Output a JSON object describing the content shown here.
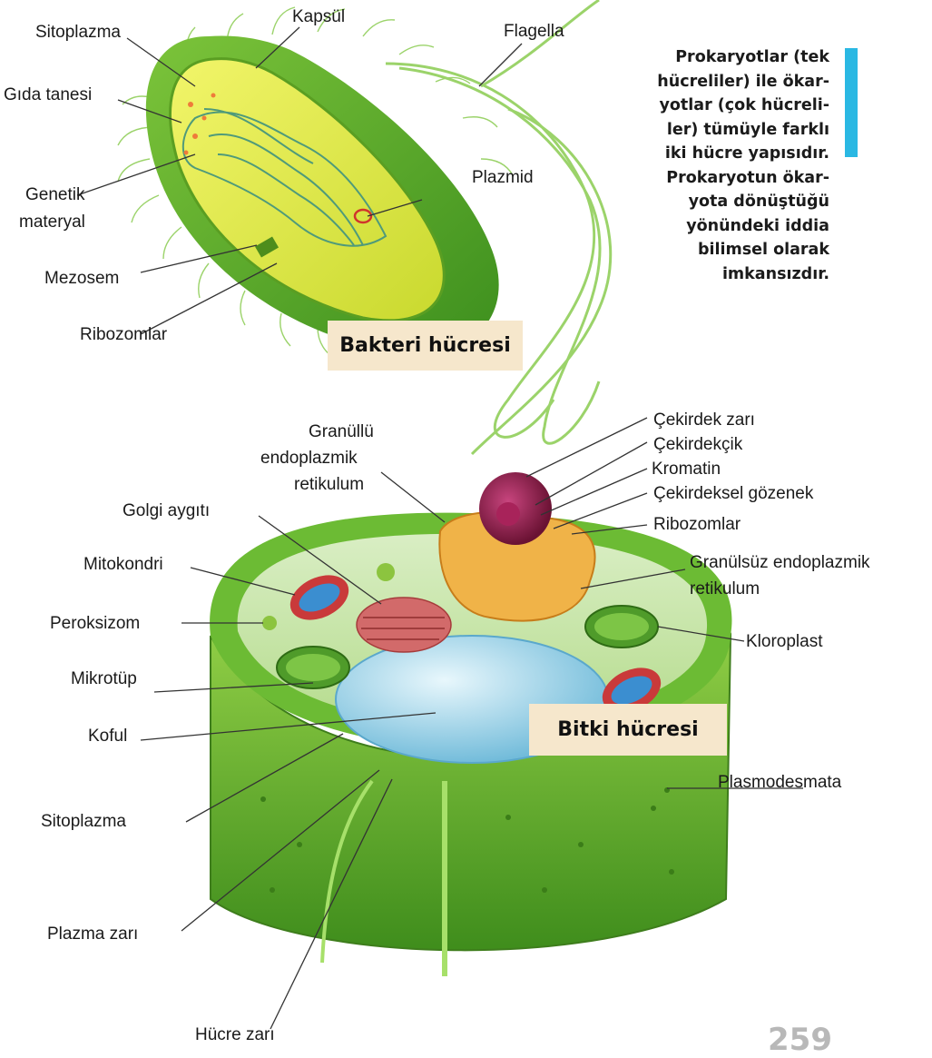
{
  "bacteria": {
    "caption": "Bakteri hücresi",
    "labels": {
      "sitoplazma": "Sitoplazma",
      "kapsul": "Kapsül",
      "flagella": "Flagella",
      "gida_tanesi": "Gıda tanesi",
      "genetik_1": "Genetik",
      "genetik_2": "materyal",
      "plazmid": "Plazmid",
      "mezosem": "Mezosem",
      "ribozomlar": "Ribozomlar"
    }
  },
  "plant": {
    "caption": "Bitki hücresi",
    "labels": {
      "granullu_1": "Granüllü",
      "granullu_2": "endoplazmik",
      "granullu_3": "retikulum",
      "golgi": "Golgi aygıtı",
      "mitokondri": "Mitokondri",
      "peroksizom": "Peroksizom",
      "mikrotup": "Mikrotüp",
      "koful": "Koful",
      "sitoplazma": "Sitoplazma",
      "plazma_zari": "Plazma zarı",
      "hucre_zari": "Hücre zarı",
      "cekirdek_zari": "Çekirdek zarı",
      "cekirdekcik": "Çekirdekçik",
      "kromatin": "Kromatin",
      "cekirdeksel_gozenek": "Çekirdeksel gözenek",
      "ribozomlar": "Ribozomlar",
      "granulsuz_1": "Granülsüz endoplazmik",
      "granulsuz_2": "retikulum",
      "kloroplast": "Kloroplast",
      "plasmodesmata": "Plasmodesmata"
    }
  },
  "sidenote": {
    "lines": [
      "Prokaryotlar (tek",
      "hücreliler) ile ökar-",
      "yotlar (çok hücreli-",
      "ler) tümüyle farklı",
      "iki hücre yapısıdır.",
      "Prokaryotun ökar-",
      "yota dönüştüğü",
      "yönündeki iddia",
      "bilimsel olarak",
      "imkansızdır."
    ]
  },
  "page_number": "259",
  "colors": {
    "accent": "#2ab8e3",
    "caption_bg": "#f6e7cc",
    "cell_wall_green": "#5fae2a",
    "cytoplasm_yellow": "#e6ee3c",
    "vacuole_blue": "#8fcde4"
  }
}
